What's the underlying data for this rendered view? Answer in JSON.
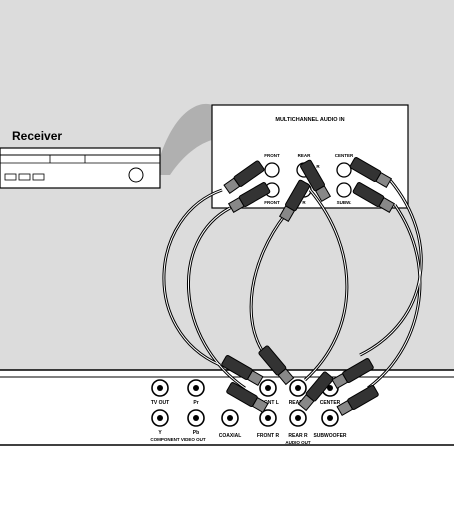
{
  "receiver": {
    "label": "Receiver"
  },
  "receiver_panel": {
    "title": "MULTICHANNEL AUDIO IN",
    "top_labels": {
      "front": "FRONT",
      "rear": "REAR",
      "rear_r": "R",
      "center": "CENTER"
    },
    "bottom_labels": {
      "front": "FRONT",
      "rear_r": "R",
      "subw": "SUBW."
    }
  },
  "player_panel": {
    "tv_out": "TV OUT",
    "pr": "Pr",
    "y": "Y",
    "pb": "Pb",
    "component_video_out": "COMPONENT VIDEO OUT",
    "coaxial": "COAXIAL",
    "front_l": "FRONT L",
    "front_r": "FRONT R",
    "rear_l": "REAR L",
    "rear_r": "REAR R",
    "center": "CENTER",
    "subwoofer": "SUBWOOFER",
    "audio_out": "AUDIO OUT"
  },
  "colors": {
    "background": "#dcdcdc",
    "panel": "#ffffff",
    "outline": "#000000",
    "cable": "#000000",
    "shadow": "#b0b0b0"
  }
}
